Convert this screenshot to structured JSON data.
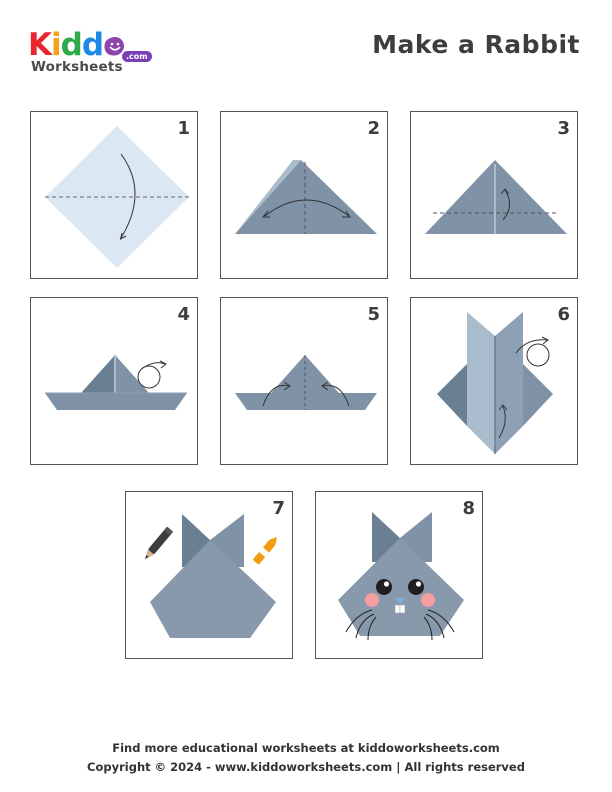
{
  "logo": {
    "letters": [
      {
        "char": "K",
        "color": "#e8262f"
      },
      {
        "char": "i",
        "color": "#f7a11a"
      },
      {
        "char": "d",
        "color": "#2eaa4a"
      },
      {
        "char": "d",
        "color": "#1e88e5"
      },
      {
        "char": "o",
        "color": "#8e44ad"
      }
    ],
    "worksheets_text": "Worksheets",
    "com_text": ".com"
  },
  "title": "Make a Rabbit",
  "steps": [
    {
      "number": "1"
    },
    {
      "number": "2"
    },
    {
      "number": "3"
    },
    {
      "number": "4"
    },
    {
      "number": "5"
    },
    {
      "number": "6"
    },
    {
      "number": "7"
    },
    {
      "number": "8"
    }
  ],
  "footer": {
    "line1": "Find more educational worksheets at kiddoworksheets.com",
    "line2": "Copyright © 2024 - www.kiddoworksheets.com  |  All rights reserved"
  },
  "colors": {
    "paper_light": "#dbe7f3",
    "paper_main": "#7f92a6",
    "paper_dark": "#6b7f93",
    "paper_pale": "#a9bccc",
    "blush": "#f4a0a0",
    "pencil": "#3d3d3d",
    "crayon": "#f39c12"
  }
}
